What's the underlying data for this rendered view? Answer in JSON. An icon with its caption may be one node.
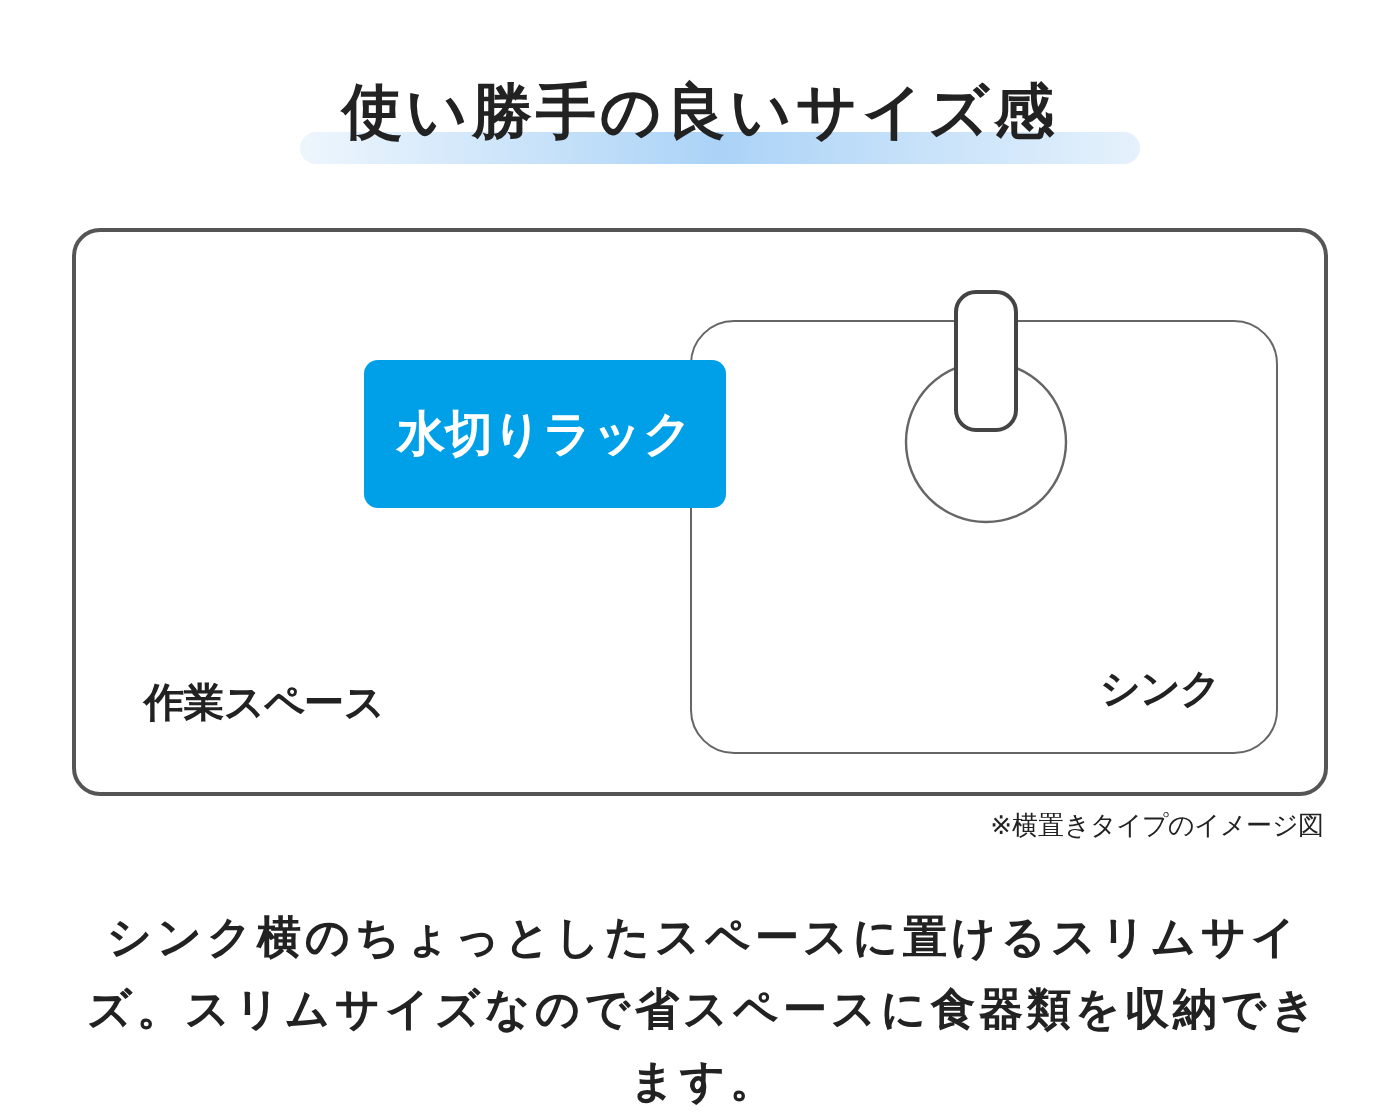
{
  "diagram": {
    "title": "使い勝手の良いサイズ感",
    "nodes": [
      {
        "text": [
          "作業スペース"
        ]
      },
      {
        "text": [
          "シンク"
        ],
        "in": 0
      },
      {
        "text": [
          "水切りラック"
        ],
        "in": 0
      }
    ],
    "edges": [],
    "labels": [
      "※横置きタイプのイメージ図"
    ],
    "caption": "シンク横のちょっとしたスペースに置けるスリムサイズ。スリムサイズなので省スペースに食器類を収納できます。"
  }
}
